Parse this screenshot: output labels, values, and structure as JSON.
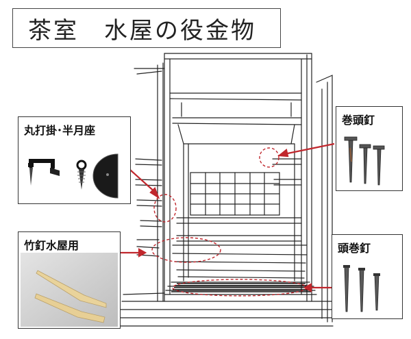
{
  "title": "茶室　水屋の役金物",
  "cards": {
    "marukake": {
      "label": "丸打掛･半月座"
    },
    "takekugi": {
      "label": "竹釘水屋用"
    },
    "makiatama": {
      "label": "巻頭釘"
    },
    "atamamaki": {
      "label": "頭巻釘"
    }
  },
  "colors": {
    "accent": "#c0272d",
    "ink": "#222222"
  }
}
